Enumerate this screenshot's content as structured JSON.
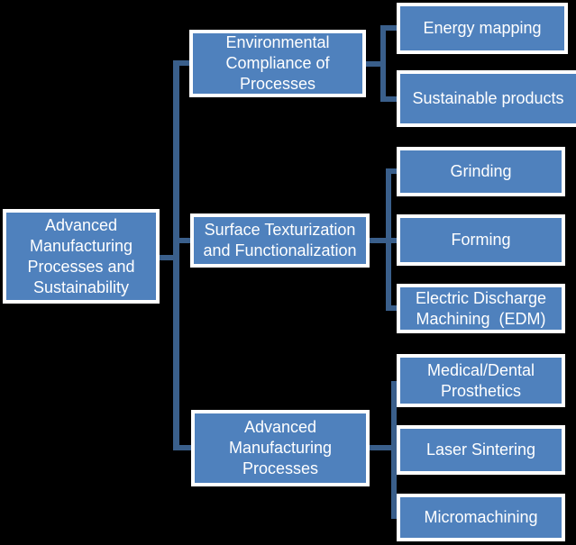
{
  "diagram_title": "Advanced Manufacturing Processes and Sustainability hierarchy",
  "colors": {
    "background": "#000000",
    "node_fill": "#4F81BD",
    "node_border": "#FFFFFF",
    "connector": "#3A5F8B",
    "text": "#FFFFFF"
  },
  "root": {
    "label": "Advanced Manufacturing Processes and Sustainability",
    "lines": [
      "Advanced",
      "Manufacturing",
      "Processes and",
      "Sustainability"
    ]
  },
  "branches": [
    {
      "label": "Environmental Compliance of Processes",
      "lines": [
        "Environmental",
        "Compliance of",
        "Processes"
      ],
      "children": [
        {
          "label": "Energy mapping",
          "lines": [
            "Energy mapping"
          ]
        },
        {
          "label": "Sustainable products",
          "lines": [
            "Sustainable products"
          ]
        }
      ]
    },
    {
      "label": "Surface Texturization and Functionalization",
      "lines": [
        "Surface Texturization",
        "and Functionalization"
      ],
      "children": [
        {
          "label": "Grinding",
          "lines": [
            "Grinding"
          ]
        },
        {
          "label": "Forming",
          "lines": [
            "Forming"
          ]
        },
        {
          "label": "Electric Discharge Machining  (EDM)",
          "lines": [
            "Electric Discharge",
            "Machining  (EDM)"
          ]
        }
      ]
    },
    {
      "label": "Advanced Manufacturing Processes",
      "lines": [
        "Advanced",
        "Manufacturing",
        "Processes"
      ],
      "children": [
        {
          "label": "Medical/Dental Prosthetics",
          "lines": [
            "Medical/Dental",
            "Prosthetics"
          ]
        },
        {
          "label": "Laser Sintering",
          "lines": [
            "Laser Sintering"
          ]
        },
        {
          "label": "Micromachining",
          "lines": [
            "Micromachining"
          ]
        }
      ]
    }
  ]
}
